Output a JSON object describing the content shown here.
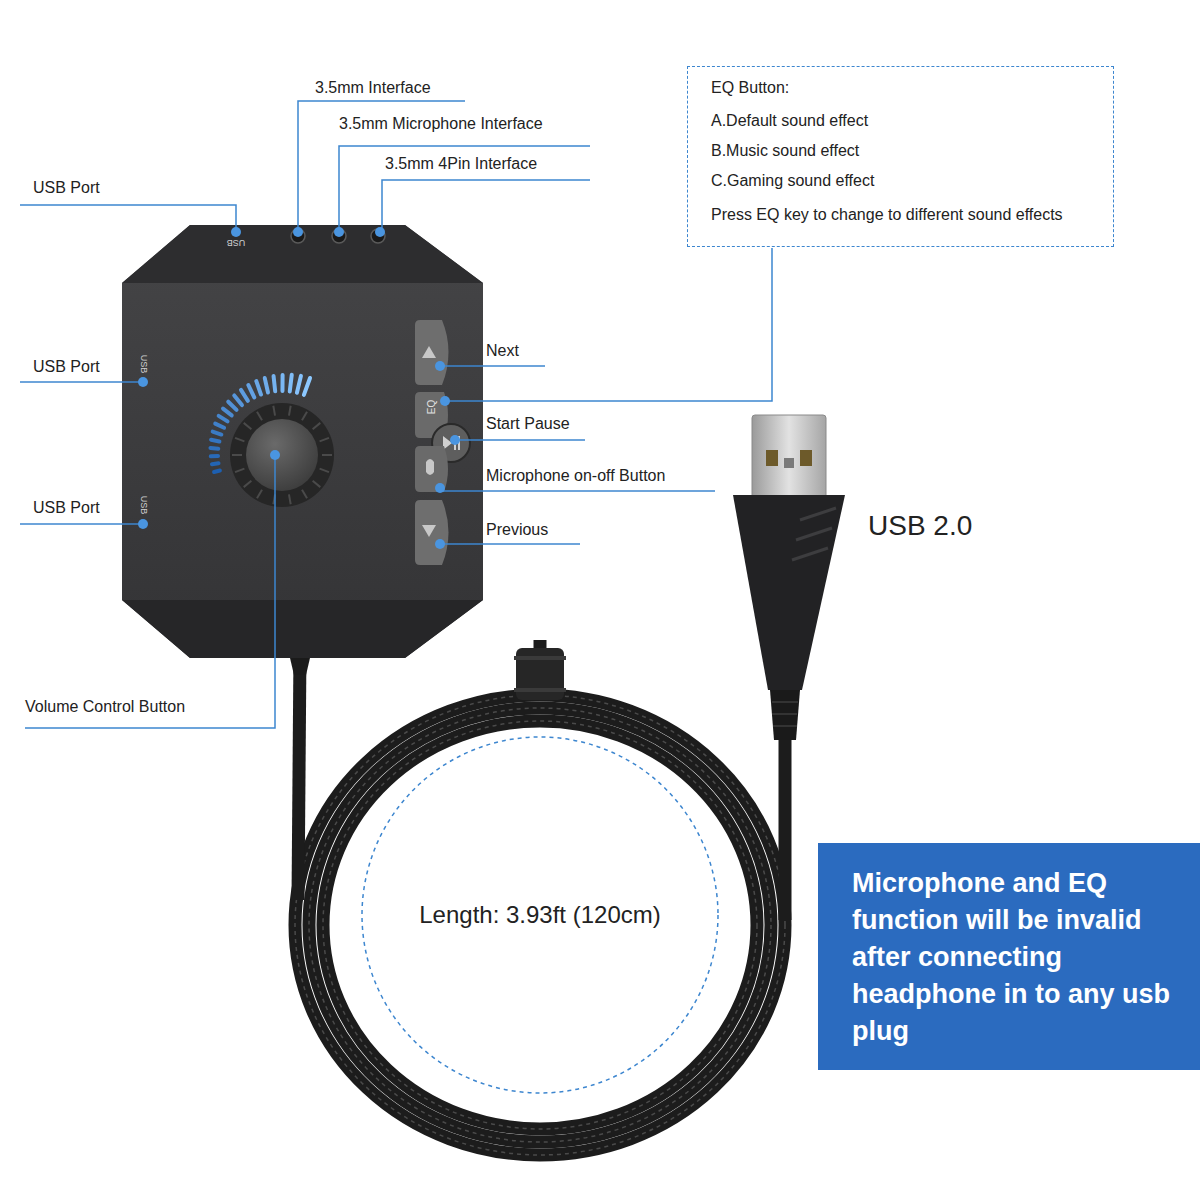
{
  "diagram": {
    "nodes": [
      {
        "text": [
          "EQ Button:",
          "A.Default sound effect",
          "B.Music sound effect",
          "C.Gaming sound effect",
          "Press EQ key to change to different sound effects"
        ]
      },
      {
        "text": [
          "Length: 3.93ft (120cm)"
        ]
      },
      {
        "text": [
          "Microphone and EQ function will be invalid after connecting headphone in to any usb plug"
        ]
      }
    ],
    "labels": [
      "3.5mm Interface",
      "3.5mm Microphone Interface",
      "3.5mm 4Pin Interface",
      "USB Port",
      "USB Port",
      "USB Port",
      "Next",
      "Start Pause",
      "Microphone on-off Button",
      "Previous",
      "Volume Control Button",
      "USB 2.0",
      "USB",
      "USB",
      "USB",
      "EQ"
    ]
  }
}
